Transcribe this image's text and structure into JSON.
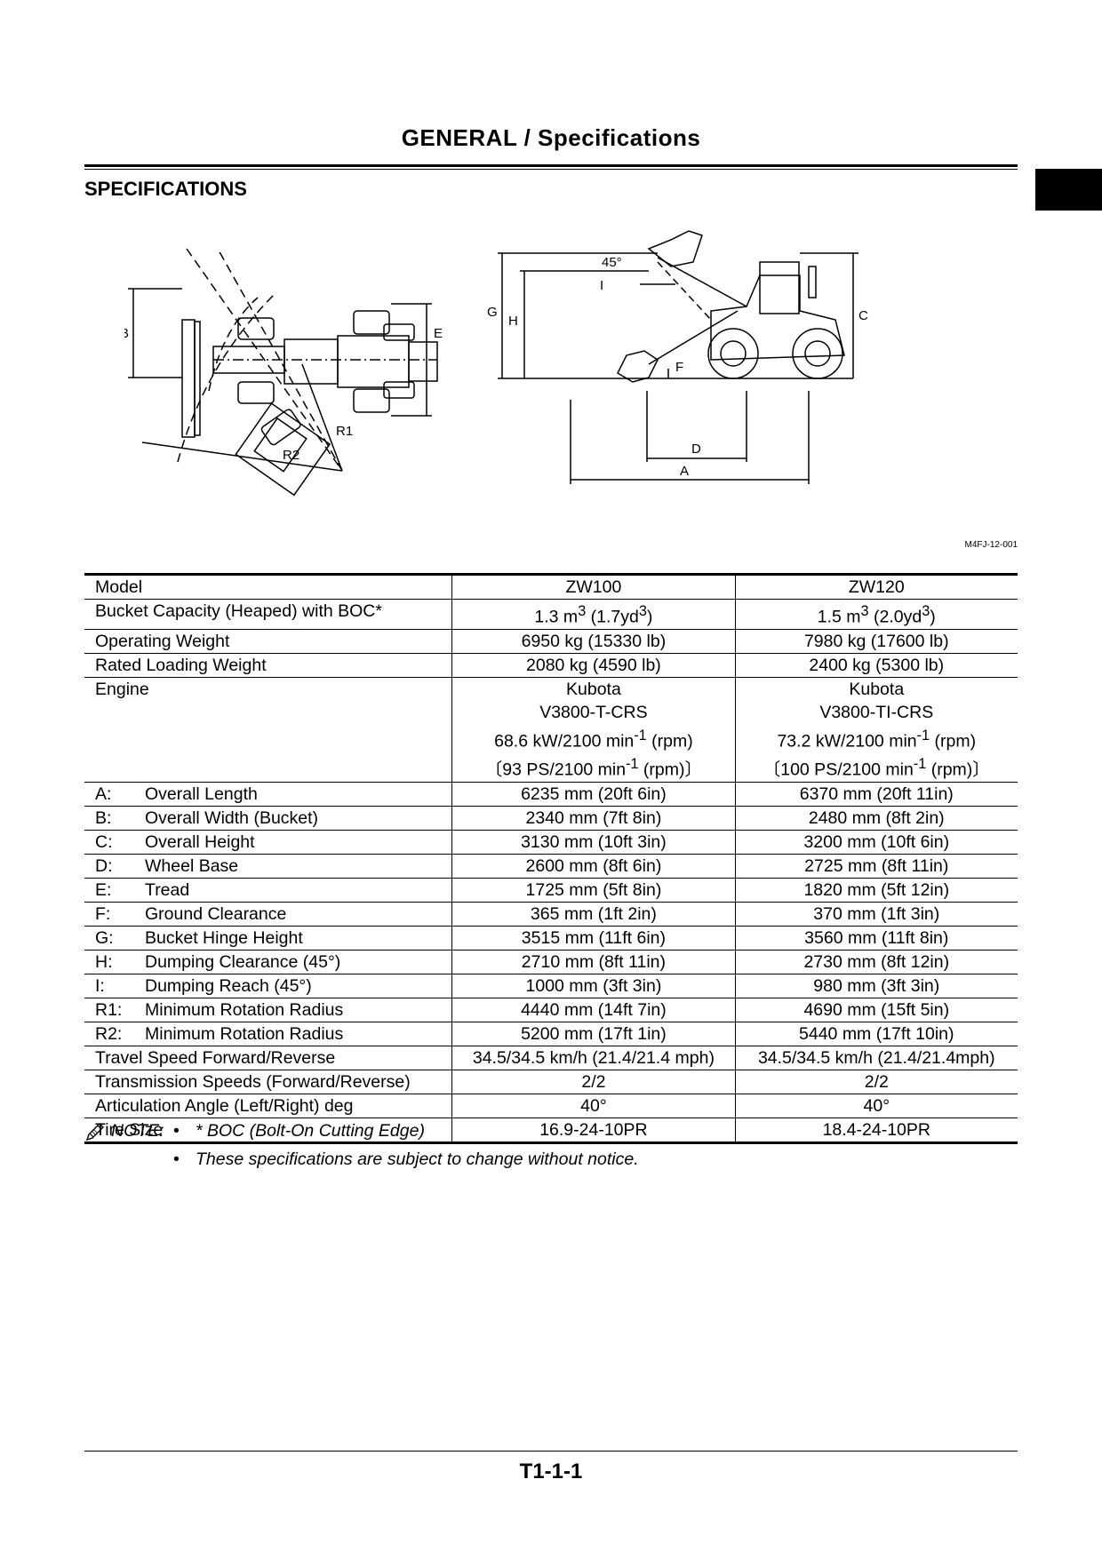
{
  "header": {
    "title": "GENERAL / Specifications"
  },
  "section_title": "SPECIFICATIONS",
  "figure": {
    "labels": {
      "B": "B",
      "E": "E",
      "R1": "R1",
      "R2": "R2",
      "G": "G",
      "H": "H",
      "C": "C",
      "I": "I",
      "F": "F",
      "D": "D",
      "A": "A",
      "angle": "45°"
    },
    "figure_id": "M4FJ-12-001"
  },
  "table": {
    "model_header": {
      "label": "Model",
      "zw100": "ZW100",
      "zw120": "ZW120"
    },
    "bucket": {
      "label": "Bucket Capacity (Heaped) with BOC*",
      "zw100": {
        "pre": "1.3 m",
        "sup1": "3",
        "mid": " (1.7yd",
        "sup2": "3",
        "post": ")"
      },
      "zw120": {
        "pre": "1.5 m",
        "sup1": "3",
        "mid": " (2.0yd",
        "sup2": "3",
        "post": ")"
      }
    },
    "simple_rows": [
      {
        "code": "",
        "label": "Operating Weight",
        "zw100": "6950 kg (15330 lb)",
        "zw120": "7980 kg (17600 lb)"
      },
      {
        "code": "",
        "label": "Rated Loading Weight",
        "zw100": "2080 kg (4590 lb)",
        "zw120": "2400 kg (5300 lb)"
      }
    ],
    "engine": {
      "label": "Engine",
      "zw100": {
        "maker": "Kubota",
        "model": "V3800-T-CRS",
        "power_pre": "68.6 kW/2100 min",
        "power_sup": "-1",
        "power_post": " (rpm)",
        "ps_pre": "〔93 PS/2100 min",
        "ps_sup": "-1",
        "ps_post": " (rpm)〕"
      },
      "zw120": {
        "maker": "Kubota",
        "model": "V3800-TI-CRS",
        "power_pre": "73.2 kW/2100 min",
        "power_sup": "-1",
        "power_post": " (rpm)",
        "ps_pre": "〔100 PS/2100 min",
        "ps_sup": "-1",
        "ps_post": " (rpm)〕"
      }
    },
    "dimension_rows": [
      {
        "code": "A:",
        "label": "Overall Length",
        "zw100": "6235 mm (20ft 6in)",
        "zw120": "6370 mm (20ft 11in)"
      },
      {
        "code": "B:",
        "label": "Overall Width (Bucket)",
        "zw100": "2340 mm (7ft 8in)",
        "zw120": "2480 mm (8ft 2in)"
      },
      {
        "code": "C:",
        "label": "Overall Height",
        "zw100": "3130 mm (10ft 3in)",
        "zw120": "3200 mm (10ft 6in)"
      },
      {
        "code": "D:",
        "label": "Wheel Base",
        "zw100": "2600 mm (8ft 6in)",
        "zw120": "2725 mm (8ft 11in)"
      },
      {
        "code": "E:",
        "label": "Tread",
        "zw100": "1725 mm (5ft 8in)",
        "zw120": "1820 mm (5ft 12in)"
      },
      {
        "code": "F:",
        "label": "Ground Clearance",
        "zw100": "365 mm (1ft 2in)",
        "zw120": "370 mm (1ft 3in)"
      },
      {
        "code": "G:",
        "label": "Bucket Hinge Height",
        "zw100": "3515 mm (11ft 6in)",
        "zw120": "3560 mm (11ft 8in)"
      },
      {
        "code": "H:",
        "label": "Dumping Clearance (45°)",
        "zw100": "2710 mm (8ft 11in)",
        "zw120": "2730 mm (8ft 12in)"
      },
      {
        "code": "I:",
        "label": "Dumping Reach (45°)",
        "zw100": "1000 mm (3ft 3in)",
        "zw120": "980 mm (3ft 3in)"
      },
      {
        "code": "R1:",
        "label": "Minimum Rotation Radius",
        "zw100": "4440 mm (14ft 7in)",
        "zw120": "4690 mm (15ft 5in)"
      },
      {
        "code": "R2:",
        "label": "Minimum Rotation Radius",
        "zw100": "5200 mm (17ft 1in)",
        "zw120": "5440 mm (17ft 10in)"
      }
    ],
    "tail_rows": [
      {
        "label": "Travel Speed Forward/Reverse",
        "zw100": "34.5/34.5 km/h (21.4/21.4 mph)",
        "zw120": "34.5/34.5 km/h (21.4/21.4mph)"
      },
      {
        "label": "Transmission Speeds (Forward/Reverse)",
        "zw100": "2/2",
        "zw120": "2/2"
      },
      {
        "label": "Articulation Angle (Left/Right) deg",
        "zw100": "40°",
        "zw120": "40°"
      },
      {
        "label": "Tire Size",
        "zw100": "16.9-24-10PR",
        "zw120": "18.4-24-10PR"
      }
    ]
  },
  "note": {
    "label": "NOTE:",
    "bullet": "•",
    "items": [
      "* BOC (Bolt-On Cutting Edge)",
      "These specifications are subject to change without notice."
    ]
  },
  "footer": {
    "page_number": "T1-1-1"
  }
}
